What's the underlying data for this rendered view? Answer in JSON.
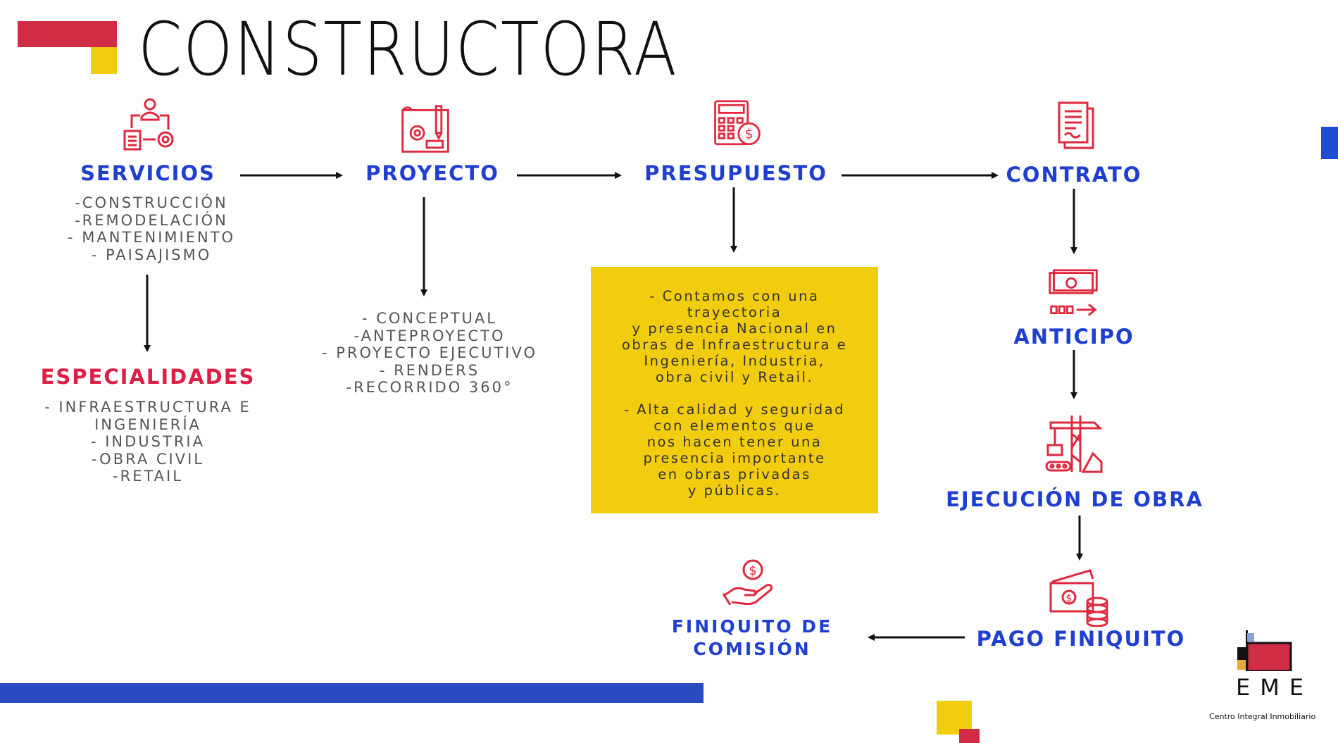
{
  "header": {
    "title": "CONSTRUCTORA"
  },
  "nodes": {
    "servicios": {
      "title": "SERVICIOS",
      "items": [
        "-CONSTRUCCIÓN",
        "-REMODELACIÓN",
        "- MANTENIMIENTO",
        "- PAISAJISMO"
      ]
    },
    "proyecto": {
      "title": "PROYECTO",
      "items": [
        "- CONCEPTUAL",
        "-ANTEPROYECTO",
        "- PROYECTO EJECUTIVO",
        "- RENDERS",
        "-RECORRIDO 360°"
      ]
    },
    "presupuesto": {
      "title": "PRESUPUESTO"
    },
    "contrato": {
      "title": "CONTRATO"
    },
    "especialidades": {
      "title": "ESPECIALIDADES",
      "items": [
        "- INFRAESTRUCTURA E",
        "INGENIERÍA",
        "- INDUSTRIA",
        "-OBRA CIVIL",
        "-RETAIL"
      ]
    },
    "anticipo": {
      "title": "ANTICIPO"
    },
    "ejecucion": {
      "title": "EJECUCIÓN DE OBRA"
    },
    "pago": {
      "title": "PAGO FINIQUITO"
    },
    "finiquito": {
      "line1": "FINIQUITO DE",
      "line2": "COMISIÓN"
    }
  },
  "info_box": {
    "para1": [
      "- Contamos con una",
      "trayectoria",
      "y presencia Nacional en",
      "obras de Infraestructura e",
      "Ingeniería, Industria,",
      "obra civil y Retail."
    ],
    "para2": [
      "- Alta calidad y seguridad",
      "con elementos que",
      "nos hacen tener una",
      "presencia importante",
      "en obras privadas",
      "y públicas."
    ]
  },
  "logo": {
    "mark": "EME",
    "tagline": "Centro Integral Inmobiliario"
  },
  "colors": {
    "blue": "#1f3fd0",
    "red": "#dc1f45",
    "yellow": "#f2cc0f",
    "icon_red": "#e0283e",
    "bar_blue": "#2a4bbf"
  }
}
